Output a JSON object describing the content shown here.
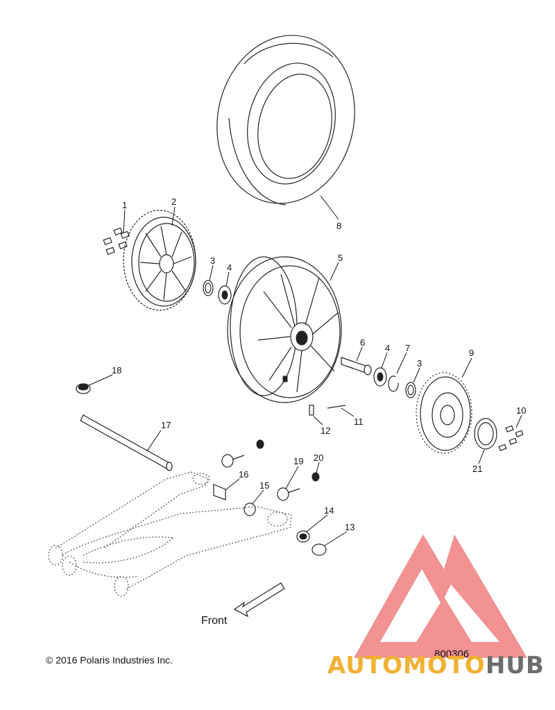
{
  "diagram": {
    "callouts": [
      {
        "id": "c1",
        "label": "1"
      },
      {
        "id": "c2",
        "label": "2"
      },
      {
        "id": "c3a",
        "label": "3"
      },
      {
        "id": "c4a",
        "label": "4"
      },
      {
        "id": "c5",
        "label": "5"
      },
      {
        "id": "c6",
        "label": "6"
      },
      {
        "id": "c4b",
        "label": "4"
      },
      {
        "id": "c7",
        "label": "7"
      },
      {
        "id": "c3b",
        "label": "3"
      },
      {
        "id": "c8",
        "label": "8"
      },
      {
        "id": "c9",
        "label": "9"
      },
      {
        "id": "c10",
        "label": "10"
      },
      {
        "id": "c11",
        "label": "11"
      },
      {
        "id": "c12",
        "label": "12"
      },
      {
        "id": "c13",
        "label": "13"
      },
      {
        "id": "c14",
        "label": "14"
      },
      {
        "id": "c15",
        "label": "15"
      },
      {
        "id": "c16",
        "label": "16"
      },
      {
        "id": "c17",
        "label": "17"
      },
      {
        "id": "c18",
        "label": "18"
      },
      {
        "id": "c19",
        "label": "19"
      },
      {
        "id": "c20",
        "label": "20"
      },
      {
        "id": "c21",
        "label": "21"
      }
    ],
    "direction_label": "Front",
    "copyright": "© 2016 Polaris Industries Inc.",
    "drawing_number": "800306"
  },
  "watermark": {
    "text_colored": "AUTOMOTO",
    "text_gray": "HUB",
    "colors": {
      "triangle": "#f08080",
      "text_orange": "#f2b134",
      "text_gray": "#6d6d6d"
    }
  }
}
